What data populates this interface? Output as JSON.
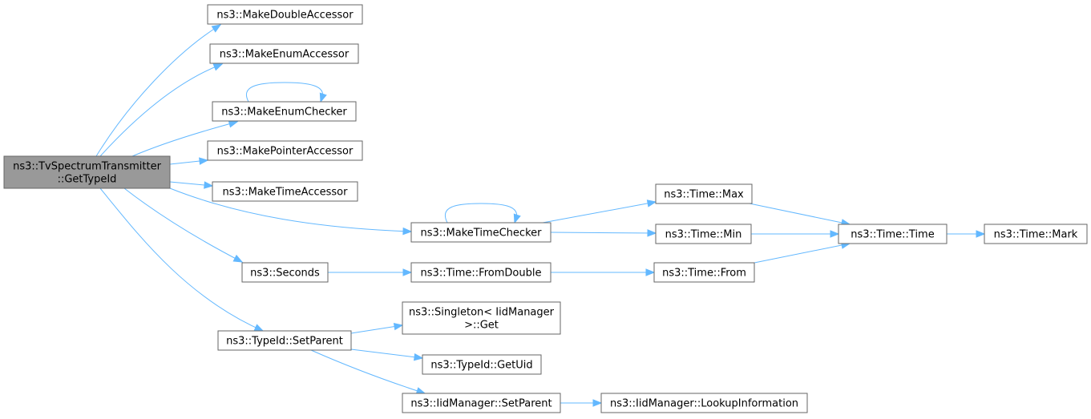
{
  "colors": {
    "edge": "#63b8ff",
    "node_border": "#666666",
    "root_fill": "#999999",
    "node_fill": "#ffffff"
  },
  "nodes": {
    "root": [
      "ns3::TvSpectrumTransmitter",
      "::GetTypeId"
    ],
    "make_double_accessor": [
      "ns3::MakeDoubleAccessor"
    ],
    "make_enum_accessor": [
      "ns3::MakeEnumAccessor"
    ],
    "make_enum_checker": [
      "ns3::MakeEnumChecker"
    ],
    "make_pointer_accessor": [
      "ns3::MakePointerAccessor"
    ],
    "make_time_accessor": [
      "ns3::MakeTimeAccessor"
    ],
    "make_time_checker": [
      "ns3::MakeTimeChecker"
    ],
    "seconds": [
      "ns3::Seconds"
    ],
    "set_parent": [
      "ns3::TypeId::SetParent"
    ],
    "time_max": [
      "ns3::Time::Max"
    ],
    "time_min": [
      "ns3::Time::Min"
    ],
    "time_from_double": [
      "ns3::Time::FromDouble"
    ],
    "time_from": [
      "ns3::Time::From"
    ],
    "time_time": [
      "ns3::Time::Time"
    ],
    "time_mark": [
      "ns3::Time::Mark"
    ],
    "singleton_get": [
      "ns3::Singleton< IidManager",
      ">::Get"
    ],
    "get_uid": [
      "ns3::TypeId::GetUid"
    ],
    "iid_set_parent": [
      "ns3::IidManager::SetParent"
    ],
    "lookup_information": [
      "ns3::IidManager::LookupInformation"
    ]
  },
  "edges": [
    [
      "root",
      "make_double_accessor"
    ],
    [
      "root",
      "make_enum_accessor"
    ],
    [
      "root",
      "make_enum_checker"
    ],
    [
      "make_enum_checker",
      "make_enum_checker"
    ],
    [
      "root",
      "make_pointer_accessor"
    ],
    [
      "root",
      "make_time_accessor"
    ],
    [
      "root",
      "make_time_checker"
    ],
    [
      "make_time_checker",
      "make_time_checker"
    ],
    [
      "root",
      "seconds"
    ],
    [
      "root",
      "set_parent"
    ],
    [
      "make_time_checker",
      "time_max"
    ],
    [
      "make_time_checker",
      "time_min"
    ],
    [
      "time_max",
      "time_time"
    ],
    [
      "time_min",
      "time_time"
    ],
    [
      "time_from",
      "time_time"
    ],
    [
      "time_time",
      "time_mark"
    ],
    [
      "seconds",
      "time_from_double"
    ],
    [
      "time_from_double",
      "time_from"
    ],
    [
      "set_parent",
      "singleton_get"
    ],
    [
      "set_parent",
      "get_uid"
    ],
    [
      "set_parent",
      "iid_set_parent"
    ],
    [
      "iid_set_parent",
      "lookup_information"
    ]
  ]
}
